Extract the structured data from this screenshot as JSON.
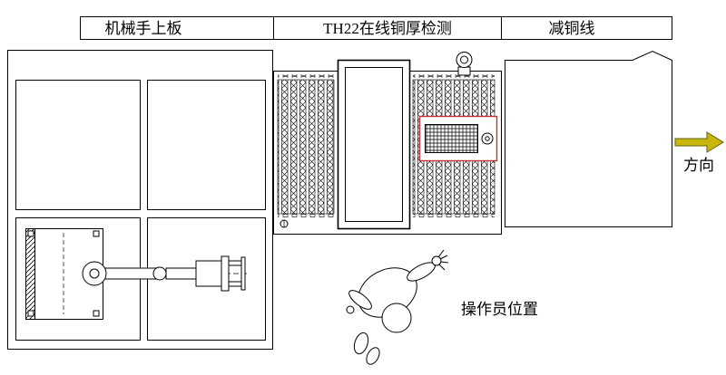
{
  "sections": [
    {
      "id": "robot-loading",
      "label": "机械手上板"
    },
    {
      "id": "th22-detection",
      "label": "TH22在线铜厚检测"
    },
    {
      "id": "copper-reduction",
      "label": "减铜线"
    }
  ],
  "annotations": {
    "direction": "方向",
    "operator_position": "操作员位置"
  },
  "colors": {
    "line": "#000000",
    "background": "#ffffff",
    "highlight": "#c43131",
    "arrow_fill": "#c8b70a",
    "arrow_stroke": "#5f5f10"
  }
}
